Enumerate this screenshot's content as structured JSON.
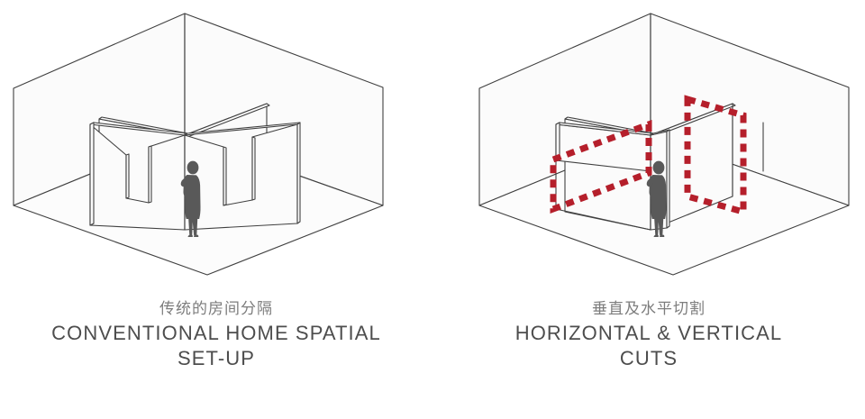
{
  "diagram": {
    "type": "architectural-isometric-comparison",
    "background_color": "#ffffff",
    "line_color": "#404040",
    "wall_fill_color": "#fbfbfb",
    "figure_color": "#595959",
    "accent_color": "#b51f2b",
    "panels": [
      {
        "id": "conventional",
        "caption_cn": "传统的房间分隔",
        "caption_en_line1": "CONVENTIONAL HOME SPATIAL",
        "caption_en_line2": "SET-UP",
        "description": "Isometric cut-away room with full-height cross partition walls forming four rooms, two doorway openings, one standing person",
        "has_accent_markers": false,
        "marker_count": 0
      },
      {
        "id": "cuts",
        "caption_cn": "垂直及水平切割",
        "caption_en_line1": "HORIZONTAL & VERTICAL",
        "caption_en_line2": "CUTS",
        "description": "Same isometric room where partitions are partially removed; red dashed rectangles outline one horizontal cut and one vertical cut",
        "has_accent_markers": true,
        "marker_count": 2,
        "markers": [
          {
            "name": "horizontal-cut-outline",
            "orientation": "horizontal",
            "color": "#b51f2b"
          },
          {
            "name": "vertical-cut-outline",
            "orientation": "vertical",
            "color": "#b51f2b"
          }
        ]
      }
    ]
  }
}
